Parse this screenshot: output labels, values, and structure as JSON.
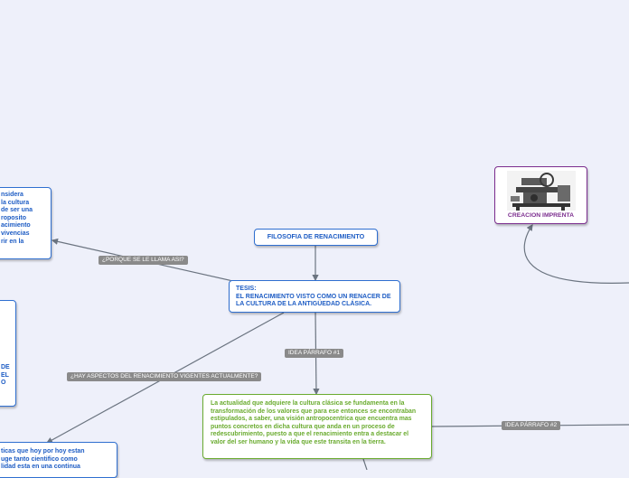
{
  "nodes": {
    "root": "FILOSOFIA DE RENACIMIENTO",
    "thesis_label": "TESIS:",
    "thesis": "EL RENACIMIENTO VISTO COMO UN RENACER DE LA CULTURA DE LA ANTIGÜEDAD CLÁSICA.",
    "idea1": "La actualidad que adquiere la cultura clásica se fundamenta en la transformación de los valores que para ese entonces se encontraban estipulados, a saber, una visión antropocentrica que encuentra mas puntos concretos en dicha cultura que anda en un proceso de redescubrimiento, puesto a que el renacimiento entra a destacar el valor del ser humano y la vida que este transita en la tierra.",
    "left_top_lines": [
      "nsidera",
      "la cultura",
      "de ser una",
      "roposito",
      "acimiento",
      "vivencias",
      "rir en la"
    ],
    "left_mid_lines": [
      "DE",
      "EL",
      "O"
    ],
    "bottom_lines": [
      "ticas que hoy por hoy estan",
      "uge tanto cientifico como",
      "lidad esta en una continua"
    ],
    "imprenta": "CREACION IMPRENTA"
  },
  "labels": {
    "porque": "¿PORQUE SE LE LLAMA ASI?",
    "aspectos": "¿HAY ASPECTOS DEL RENACIMIENTO VIGENTES ACTUALMENTE?",
    "idea1": "IDEA PÁRRAFO #1",
    "idea2": "IDEA PÁRRAFO #2"
  },
  "colors": {
    "background": "#eef0fa",
    "blue_border": "#2f6fd0",
    "blue_text": "#1d5cc4",
    "green": "#6aab2f",
    "purple": "#7b2d8e",
    "link": "#6b7480",
    "label_bg": "#8a8a8a"
  },
  "icons": {
    "imprenta": "printing-press-image"
  }
}
